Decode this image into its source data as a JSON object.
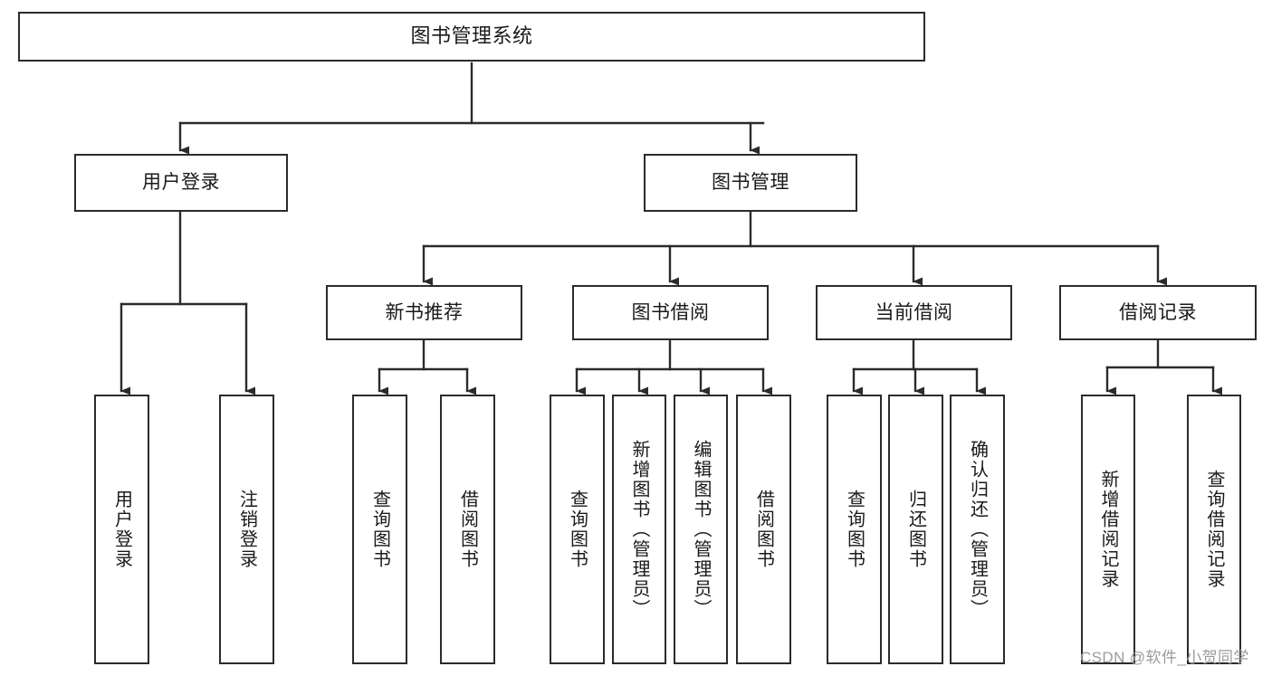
{
  "diagram": {
    "title": "图书管理系统",
    "type": "tree-structure-chart",
    "watermark": "CSDN @软件_小贺同学",
    "colors": {
      "box_border": "#2b2b2b",
      "box_fill": "#ffffff",
      "connector": "#2b2b2b",
      "text": "#1a1a1a",
      "watermark": "#9b9b9b",
      "background": "#ffffff"
    },
    "nodes": {
      "root": {
        "label": "图书管理系统",
        "level": 0
      },
      "user_login": {
        "label": "用户登录",
        "level": 1
      },
      "book_manage": {
        "label": "图书管理",
        "level": 1
      },
      "new_book_rec": {
        "label": "新书推荐",
        "level": 2
      },
      "book_borrow": {
        "label": "图书借阅",
        "level": 2
      },
      "current_borrow": {
        "label": "当前借阅",
        "level": 2
      },
      "borrow_record": {
        "label": "借阅记录",
        "level": 2
      },
      "leaf_user_login": {
        "label": "用户登录",
        "level": 3
      },
      "leaf_logout": {
        "label": "注销登录",
        "level": 3
      },
      "leaf_query_book_1": {
        "label": "查询图书",
        "level": 3
      },
      "leaf_borrow_book_1": {
        "label": "借阅图书",
        "level": 3
      },
      "leaf_query_book_2": {
        "label": "查询图书",
        "level": 3
      },
      "leaf_add_book": {
        "label": "新增图书（管理员）",
        "level": 3
      },
      "leaf_edit_book": {
        "label": "编辑图书（管理员）",
        "level": 3
      },
      "leaf_borrow_book_2": {
        "label": "借阅图书",
        "level": 3
      },
      "leaf_query_book_3": {
        "label": "查询图书",
        "level": 3
      },
      "leaf_return_book": {
        "label": "归还图书",
        "level": 3
      },
      "leaf_confirm_return": {
        "label": "确认归还（管理员）",
        "level": 3
      },
      "leaf_add_record": {
        "label": "新增借阅记录",
        "level": 3
      },
      "leaf_query_record": {
        "label": "查询借阅记录",
        "level": 3
      }
    },
    "edges": [
      {
        "from": "root",
        "to": "user_login"
      },
      {
        "from": "root",
        "to": "book_manage"
      },
      {
        "from": "book_manage",
        "to": "new_book_rec"
      },
      {
        "from": "book_manage",
        "to": "book_borrow"
      },
      {
        "from": "book_manage",
        "to": "current_borrow"
      },
      {
        "from": "book_manage",
        "to": "borrow_record"
      },
      {
        "from": "user_login",
        "to": "leaf_user_login"
      },
      {
        "from": "user_login",
        "to": "leaf_logout"
      },
      {
        "from": "new_book_rec",
        "to": "leaf_query_book_1"
      },
      {
        "from": "new_book_rec",
        "to": "leaf_borrow_book_1"
      },
      {
        "from": "book_borrow",
        "to": "leaf_query_book_2"
      },
      {
        "from": "book_borrow",
        "to": "leaf_add_book"
      },
      {
        "from": "book_borrow",
        "to": "leaf_edit_book"
      },
      {
        "from": "book_borrow",
        "to": "leaf_borrow_book_2"
      },
      {
        "from": "current_borrow",
        "to": "leaf_query_book_3"
      },
      {
        "from": "current_borrow",
        "to": "leaf_return_book"
      },
      {
        "from": "current_borrow",
        "to": "leaf_confirm_return"
      },
      {
        "from": "borrow_record",
        "to": "leaf_add_record"
      },
      {
        "from": "borrow_record",
        "to": "leaf_query_record"
      }
    ]
  }
}
